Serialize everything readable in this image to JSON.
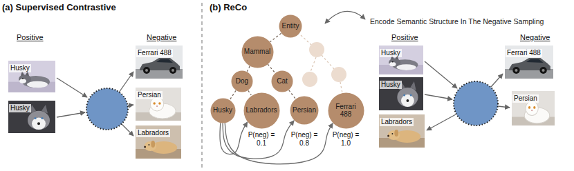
{
  "diagram": {
    "nodes": [
      {
        "text": [
          "Husky"
        ]
      },
      {
        "text": [
          "Husky"
        ]
      },
      {
        "text": [
          "Ferrari 488"
        ]
      },
      {
        "text": [
          "Persian"
        ]
      },
      {
        "text": [
          "Labradors"
        ]
      },
      {
        "text": [
          "Entity"
        ]
      },
      {
        "text": [
          "Mammal"
        ]
      },
      {
        "text": [
          "Dog"
        ]
      },
      {
        "text": [
          "Cat"
        ]
      },
      {
        "text": [
          "Husky"
        ]
      },
      {
        "text": [
          "Labradors"
        ]
      },
      {
        "text": [
          "Persian"
        ]
      },
      {
        "text": [
          "Ferrari 488"
        ]
      },
      {
        "text": [
          "Husky"
        ]
      },
      {
        "text": [
          "Husky"
        ]
      },
      {
        "text": [
          "Labradors"
        ]
      },
      {
        "text": [
          "Ferrari 488"
        ]
      },
      {
        "text": [
          "Persian"
        ]
      }
    ],
    "edges": [
      {
        "from": 5,
        "to": 6,
        "arrow": "none"
      },
      {
        "from": 6,
        "to": 7,
        "arrow": "none"
      },
      {
        "from": 6,
        "to": 8,
        "arrow": "none"
      },
      {
        "from": 7,
        "to": 9,
        "arrow": "none"
      },
      {
        "from": 7,
        "to": 10,
        "arrow": "none"
      },
      {
        "from": 8,
        "to": 11,
        "arrow": "none"
      },
      {
        "from": 9,
        "to": 10,
        "arrow": "to"
      },
      {
        "from": 9,
        "to": 11,
        "arrow": "to"
      },
      {
        "from": 9,
        "to": 12,
        "arrow": "to"
      }
    ],
    "labels": [
      "(a) Supervised Contrastive",
      "Positive",
      "Negative",
      "(b) ReCo",
      "Encode Semantic Structure In The Negative Sampling",
      "P(neg) = 0.1",
      "P(neg) = 0.8",
      "P(neg) = 1.0",
      "Positive",
      "Negative"
    ]
  }
}
